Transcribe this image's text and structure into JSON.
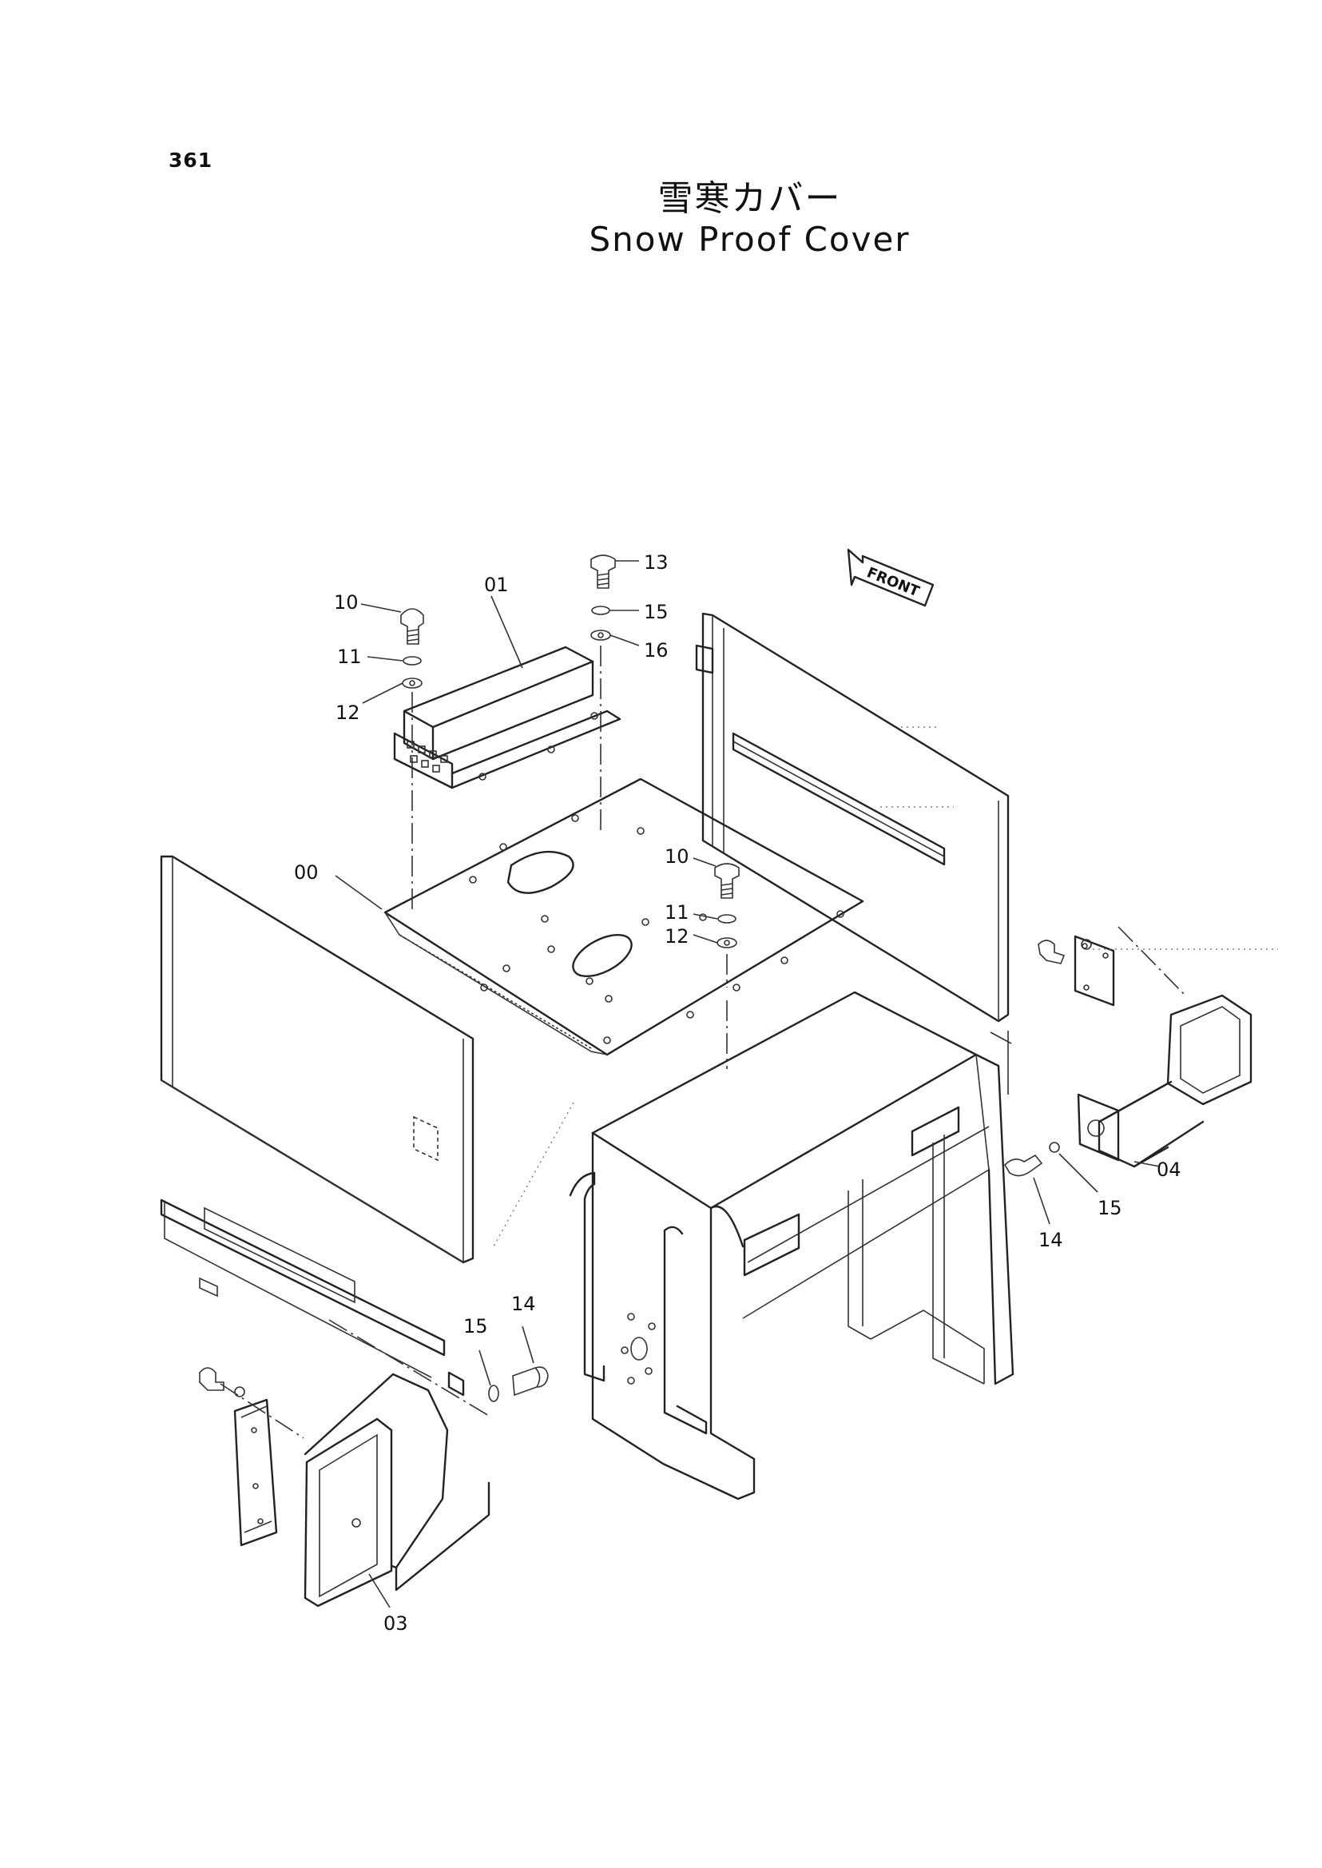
{
  "page": {
    "number": "361"
  },
  "title": {
    "japanese": "雪寒カバー",
    "english": "Snow Proof Cover"
  },
  "front_arrow": "FRONT",
  "callouts": [
    {
      "id": "c-00",
      "label": "00"
    },
    {
      "id": "c-01",
      "label": "01"
    },
    {
      "id": "c-03",
      "label": "03"
    },
    {
      "id": "c-04",
      "label": "04"
    },
    {
      "id": "c-10a",
      "label": "10"
    },
    {
      "id": "c-11a",
      "label": "11"
    },
    {
      "id": "c-12a",
      "label": "12"
    },
    {
      "id": "c-13",
      "label": "13"
    },
    {
      "id": "c-15a",
      "label": "15"
    },
    {
      "id": "c-16",
      "label": "16"
    },
    {
      "id": "c-10b",
      "label": "10"
    },
    {
      "id": "c-11b",
      "label": "11"
    },
    {
      "id": "c-12b",
      "label": "12"
    },
    {
      "id": "c-14a",
      "label": "14"
    },
    {
      "id": "c-15b",
      "label": "15"
    },
    {
      "id": "c-14b",
      "label": "14"
    },
    {
      "id": "c-15c",
      "label": "15"
    }
  ]
}
